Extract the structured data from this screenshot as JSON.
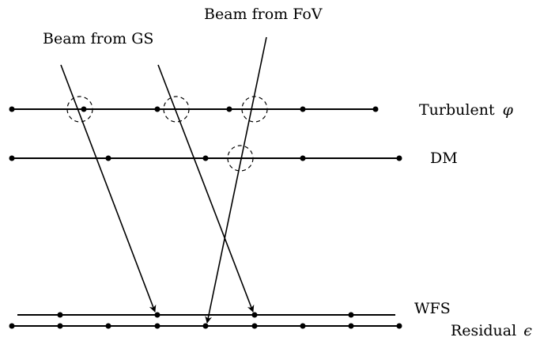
{
  "labels": {
    "beam_gs": "Beam from GS",
    "beam_fov": "Beam from FoV",
    "turbulent": "Turbulent",
    "turbulent_symbol": "φ",
    "dm": "DM",
    "wfs": "WFS",
    "residual": "Residual",
    "residual_symbol": "ϵ"
  }
}
